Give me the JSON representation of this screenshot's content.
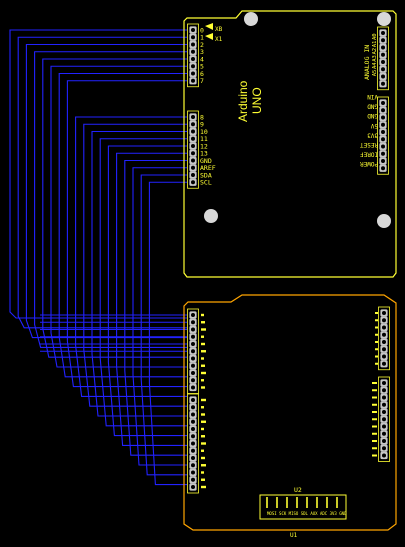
{
  "board1": {
    "name_line1": "Arduino",
    "name_line2": "UNO",
    "left_header_labels": [
      "0",
      "1",
      "2",
      "3",
      "4",
      "5",
      "6",
      "7",
      "8",
      "9",
      "10",
      "11",
      "12",
      "13",
      "GND",
      "AREF",
      "SDA",
      "SCL"
    ],
    "xb_label": "XB",
    "x1_label": "X1",
    "analog_label": "ANALOG IN",
    "analog_pins": [
      "A0",
      "A1",
      "A2",
      "A3",
      "A4",
      "A5"
    ],
    "power_labels": [
      "VIN",
      "GND",
      "GND",
      "5V",
      "3V3",
      "RESET",
      "IOREF",
      "POWER"
    ]
  },
  "board2": {
    "chip_label": "U2",
    "connector_label": "MOSI SCK MISO SDL AUX ADC 3V3 GND",
    "footer_label": "U1"
  },
  "colors": {
    "silkscreen_board1": "#ffff33",
    "outline_board2": "#ffa500",
    "wires": "#2222ff"
  }
}
